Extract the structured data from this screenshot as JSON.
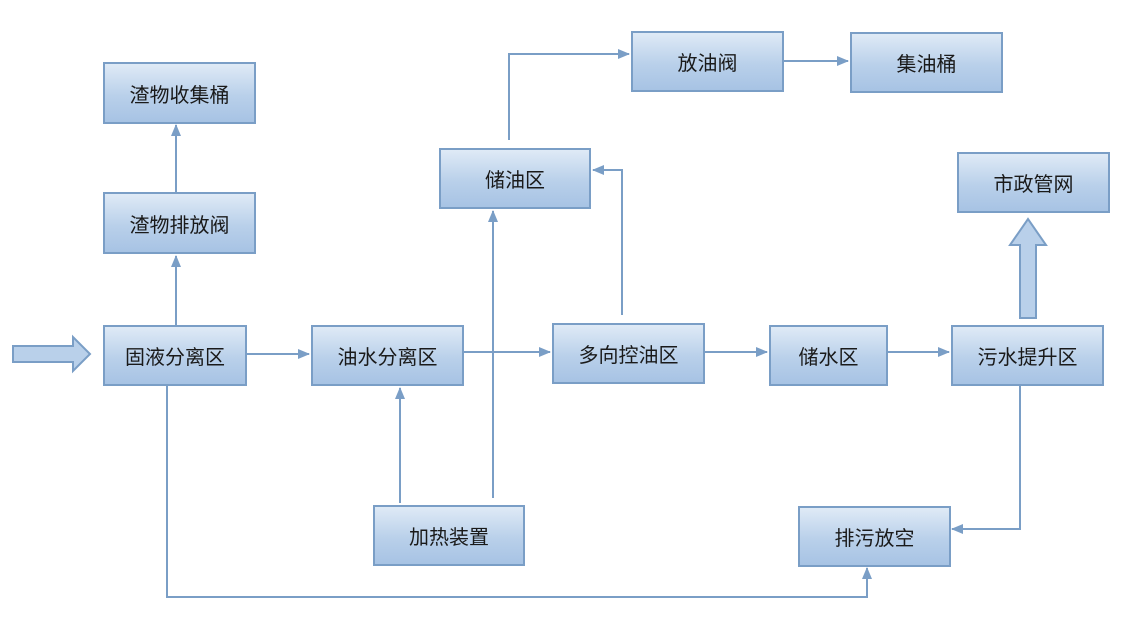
{
  "nodes": {
    "slag_bin": "渣物收集桶",
    "slag_valve": "渣物排放阀",
    "solid_liquid_separation": "固液分离区",
    "oil_water_separation": "油水分离区",
    "oil_storage": "储油区",
    "oil_release_valve": "放油阀",
    "oil_collection_bin": "集油桶",
    "multi_direction_oil_control": "多向控油区",
    "water_storage": "储水区",
    "sewage_lift": "污水提升区",
    "municipal_network": "市政管网",
    "heating_device": "加热装置",
    "drain_vent": "排污放空"
  },
  "edges": [
    {
      "from": "input",
      "to": "solid_liquid_separation",
      "style": "block-arrow"
    },
    {
      "from": "solid_liquid_separation",
      "to": "slag_valve"
    },
    {
      "from": "slag_valve",
      "to": "slag_bin"
    },
    {
      "from": "solid_liquid_separation",
      "to": "oil_water_separation"
    },
    {
      "from": "oil_water_separation",
      "to": "multi_direction_oil_control"
    },
    {
      "from": "heating_device",
      "to": "oil_water_separation"
    },
    {
      "from": "heating_device",
      "to": "oil_storage"
    },
    {
      "from": "multi_direction_oil_control",
      "to": "oil_storage"
    },
    {
      "from": "oil_storage",
      "to": "oil_release_valve"
    },
    {
      "from": "oil_release_valve",
      "to": "oil_collection_bin"
    },
    {
      "from": "multi_direction_oil_control",
      "to": "water_storage"
    },
    {
      "from": "water_storage",
      "to": "sewage_lift"
    },
    {
      "from": "sewage_lift",
      "to": "municipal_network",
      "style": "block-arrow"
    },
    {
      "from": "sewage_lift",
      "to": "drain_vent"
    },
    {
      "from": "solid_liquid_separation",
      "to": "drain_vent"
    }
  ],
  "colors": {
    "node_border": "#7a9ec6",
    "node_fill_top": "#dfeaf6",
    "node_fill_bottom": "#a7c3e4",
    "connector": "#7a9ec6",
    "block_arrow_fill": "#b9d0ea"
  }
}
